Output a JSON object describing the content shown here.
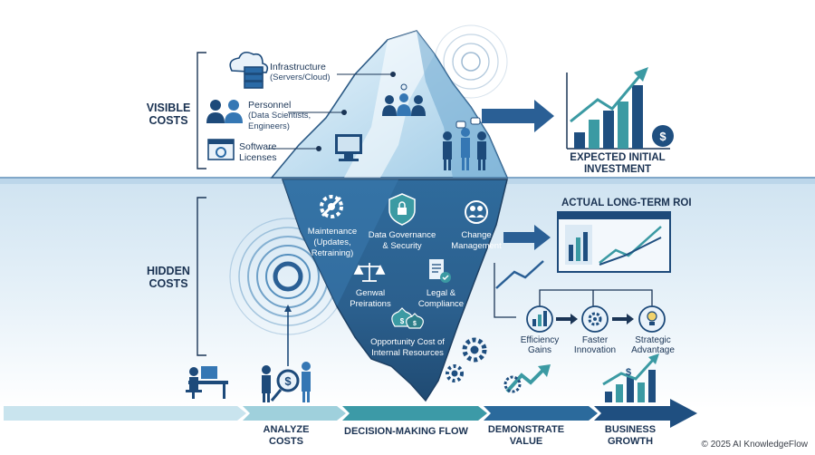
{
  "visible": {
    "heading_line1": "VISIBLE",
    "heading_line2": "COSTS",
    "items": [
      {
        "title": "Infrastructure",
        "detail": "(Servers/Cloud)",
        "icon": "cloud-server-icon"
      },
      {
        "title": "Personnel",
        "detail_line1": "(Data Scientists,",
        "detail_line2": "Engineers)",
        "icon": "people-icon"
      },
      {
        "title_line1": "Software",
        "title_line2": "Licenses",
        "icon": "software-window-icon"
      }
    ]
  },
  "hidden": {
    "heading_line1": "HIDDEN",
    "heading_line2": "COSTS",
    "items": [
      {
        "title": "Maintenance",
        "detail_line1": "(Updates,",
        "detail_line2": "Retraining)",
        "icon": "gear-wrench-icon"
      },
      {
        "title_line1": "Data Governance",
        "title_line2": "& Security",
        "icon": "shield-lock-icon"
      },
      {
        "title_line1": "Change",
        "title_line2": "Management",
        "icon": "people-cycle-icon"
      },
      {
        "title_line1": "Genwal",
        "title_line2": "Preirations",
        "icon": "scales-icon"
      },
      {
        "title_line1": "Legal &",
        "title_line2": "Compliance",
        "icon": "document-check-icon"
      },
      {
        "title_line1": "Opportunity Cost of",
        "title_line2": "Internal Resources",
        "icon": "money-bags-icon"
      }
    ]
  },
  "expected": {
    "label_line1": "EXPECTED INITIAL",
    "label_line2": "INVESTMENT",
    "icon": "bar-chart-growth-icon"
  },
  "roi": {
    "label": "ACTUAL LONG-TERM ROI",
    "icon": "dashboard-window-icon",
    "outcomes": [
      {
        "line1": "Efficiency",
        "line2": "Gains",
        "icon": "chart-circle-icon"
      },
      {
        "line1": "Faster",
        "line2": "Innovation",
        "icon": "gear-circle-icon"
      },
      {
        "line1": "Strategic",
        "line2": "Advantage",
        "icon": "lightbulb-circle-icon"
      }
    ]
  },
  "flow": {
    "steps": [
      {
        "line1": "ANALYZE",
        "line2": "COSTS"
      },
      {
        "line1": "DECISION-MAKING FLOW",
        "line2": ""
      },
      {
        "line1": "DEMONSTRATE",
        "line2": "VALUE"
      },
      {
        "line1": "BUSINESS",
        "line2": "GROWTH"
      }
    ]
  },
  "copyright": "© 2025 AI KnowledgeFlow",
  "colors": {
    "navy": "#1b3556",
    "blue": "#2a5a8c",
    "teal": "#3b9aa3",
    "water": "#d8e9f4",
    "ice": "#a9d3ec"
  }
}
